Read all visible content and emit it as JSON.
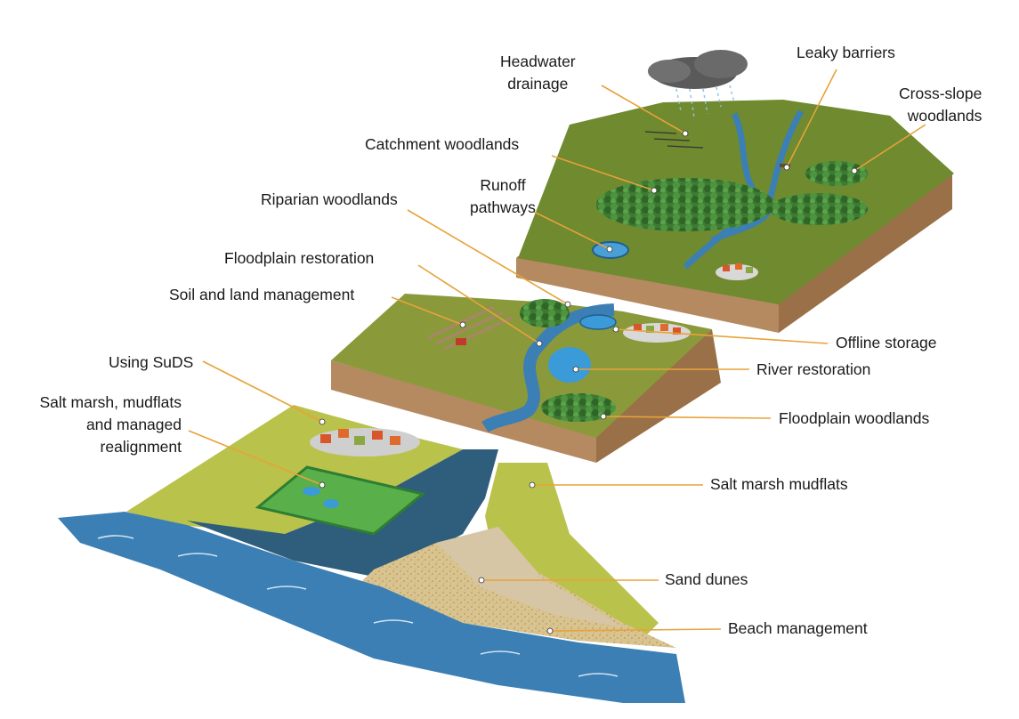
{
  "diagram": {
    "labels": {
      "headwater_drainage": [
        "Headwater",
        "drainage"
      ],
      "leaky_barriers": [
        "Leaky barriers"
      ],
      "cross_slope_woodlands": [
        "Cross-slope",
        "woodlands"
      ],
      "catchment_woodlands": [
        "Catchment woodlands"
      ],
      "riparian_woodlands": [
        "Riparian woodlands"
      ],
      "runoff_pathways": [
        "Runoff",
        "pathways"
      ],
      "floodplain_restoration": [
        "Floodplain restoration"
      ],
      "soil_land_management": [
        "Soil and land management"
      ],
      "offline_storage": [
        "Offline storage"
      ],
      "using_suds": [
        "Using SuDS"
      ],
      "river_restoration": [
        "River restoration"
      ],
      "salt_marsh_realignment": [
        "Salt marsh, mudflats",
        "and managed",
        "realignment"
      ],
      "floodplain_woodlands": [
        "Floodplain woodlands"
      ],
      "salt_marsh_mudflats": [
        "Salt marsh mudflats"
      ],
      "sand_dunes": [
        "Sand dunes"
      ],
      "beach_management": [
        "Beach management"
      ]
    },
    "colors": {
      "leader_line": "#e8a23a",
      "upland_grass": "#6f8a2f",
      "lowland_grass": "#b9c24a",
      "woodland": "#3d7a32",
      "water": "#3b7fb5",
      "soil_edge": "#a57a52",
      "sand": "#d9c38f"
    }
  }
}
